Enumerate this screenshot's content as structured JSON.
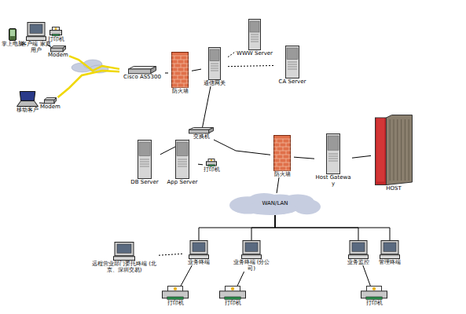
{
  "diagram": {
    "nodes": [
      {
        "text": [
          "掌上电脑"
        ]
      },
      {
        "text": [
          "客户端 家庭用户"
        ]
      },
      {
        "text": [
          "打印机"
        ]
      },
      {
        "text": [
          "Modem"
        ]
      },
      {
        "text": [
          "移动客户"
        ]
      },
      {
        "text": [
          "Modem"
        ]
      },
      {
        "text": [
          "Cisco AS5300"
        ]
      },
      {
        "text": [
          "防火墙"
        ]
      },
      {
        "text": [
          "通信网关"
        ]
      },
      {
        "text": [
          "WWW Server"
        ]
      },
      {
        "text": [
          "CA Server"
        ]
      },
      {
        "text": [
          "交换机"
        ]
      },
      {
        "text": [
          "DB Server"
        ]
      },
      {
        "text": [
          "App Server"
        ]
      },
      {
        "text": [
          "打印机"
        ]
      },
      {
        "text": [
          "防火墙"
        ]
      },
      {
        "text": [
          "Host Gateway"
        ]
      },
      {
        "text": [
          "HOST"
        ]
      },
      {
        "text": [
          "WAN/LAN"
        ]
      },
      {
        "text": [
          "远程营业部门委托终端 (北京、深圳交易)"
        ]
      },
      {
        "text": [
          "业务终端"
        ]
      },
      {
        "text": [
          "业务终端 (分公司)"
        ]
      },
      {
        "text": [
          "业务监控"
        ]
      },
      {
        "text": [
          "管理终端"
        ]
      },
      {
        "text": [
          "打印机"
        ]
      },
      {
        "text": [
          "打印机"
        ]
      },
      {
        "text": [
          "打印机"
        ]
      }
    ],
    "edges": [
      {
        "from": 1,
        "to": 3,
        "arrow": "none"
      },
      {
        "from": 4,
        "to": 5,
        "arrow": "none"
      },
      {
        "from": 3,
        "to": 6,
        "arrow": "none"
      },
      {
        "from": 5,
        "to": 6,
        "arrow": "none"
      },
      {
        "from": 6,
        "to": 7,
        "arrow": "none"
      },
      {
        "from": 7,
        "to": 8,
        "arrow": "none"
      },
      {
        "from": 8,
        "to": 9,
        "arrow": "none"
      },
      {
        "from": 8,
        "to": 10,
        "arrow": "none"
      },
      {
        "from": 8,
        "to": 11,
        "arrow": "none"
      },
      {
        "from": 11,
        "to": 12,
        "arrow": "none"
      },
      {
        "from": 11,
        "to": 13,
        "arrow": "none"
      },
      {
        "from": 13,
        "to": 14,
        "arrow": "none"
      },
      {
        "from": 11,
        "to": 15,
        "arrow": "none"
      },
      {
        "from": 15,
        "to": 16,
        "arrow": "none"
      },
      {
        "from": 16,
        "to": 17,
        "arrow": "none"
      },
      {
        "from": 15,
        "to": 18,
        "arrow": "none"
      },
      {
        "from": 18,
        "to": 20,
        "arrow": "none"
      },
      {
        "from": 18,
        "to": 21,
        "arrow": "none"
      },
      {
        "from": 18,
        "to": 22,
        "arrow": "none"
      },
      {
        "from": 18,
        "to": 23,
        "arrow": "none"
      },
      {
        "from": 19,
        "to": 20,
        "arrow": "none"
      },
      {
        "from": 20,
        "to": 24,
        "arrow": "none"
      },
      {
        "from": 21,
        "to": 25,
        "arrow": "none"
      },
      {
        "from": 22,
        "to": 26,
        "arrow": "none"
      }
    ]
  }
}
